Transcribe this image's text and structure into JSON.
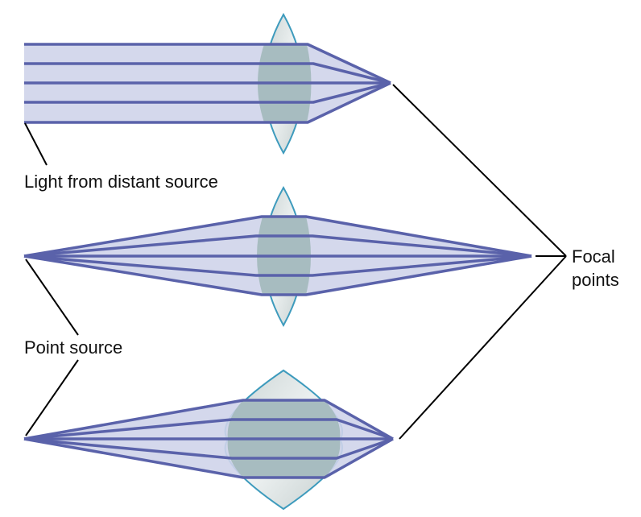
{
  "title": "Convex lens focusing of light",
  "labels": {
    "distant_source": "Light from distant source",
    "point_source": "Point source",
    "focal_line1": "Focal",
    "focal_line2": "points"
  },
  "colors": {
    "ray_stroke": "#5a62aa",
    "ray_fill": "#cfd4ea",
    "lens_outline": "#3e9bbd",
    "lens_glass": "#e4e9e9",
    "lens_overlap": "#a7bcc0",
    "leader_line": "#000000"
  },
  "panels": [
    {
      "name": "distant-source",
      "source": "parallel",
      "lens": "thin",
      "ray_count": 5
    },
    {
      "name": "point-source-thin-lens",
      "source": "point",
      "lens": "thin",
      "ray_count": 5
    },
    {
      "name": "point-source-thick-lens",
      "source": "point",
      "lens": "thick",
      "ray_count": 5
    }
  ]
}
